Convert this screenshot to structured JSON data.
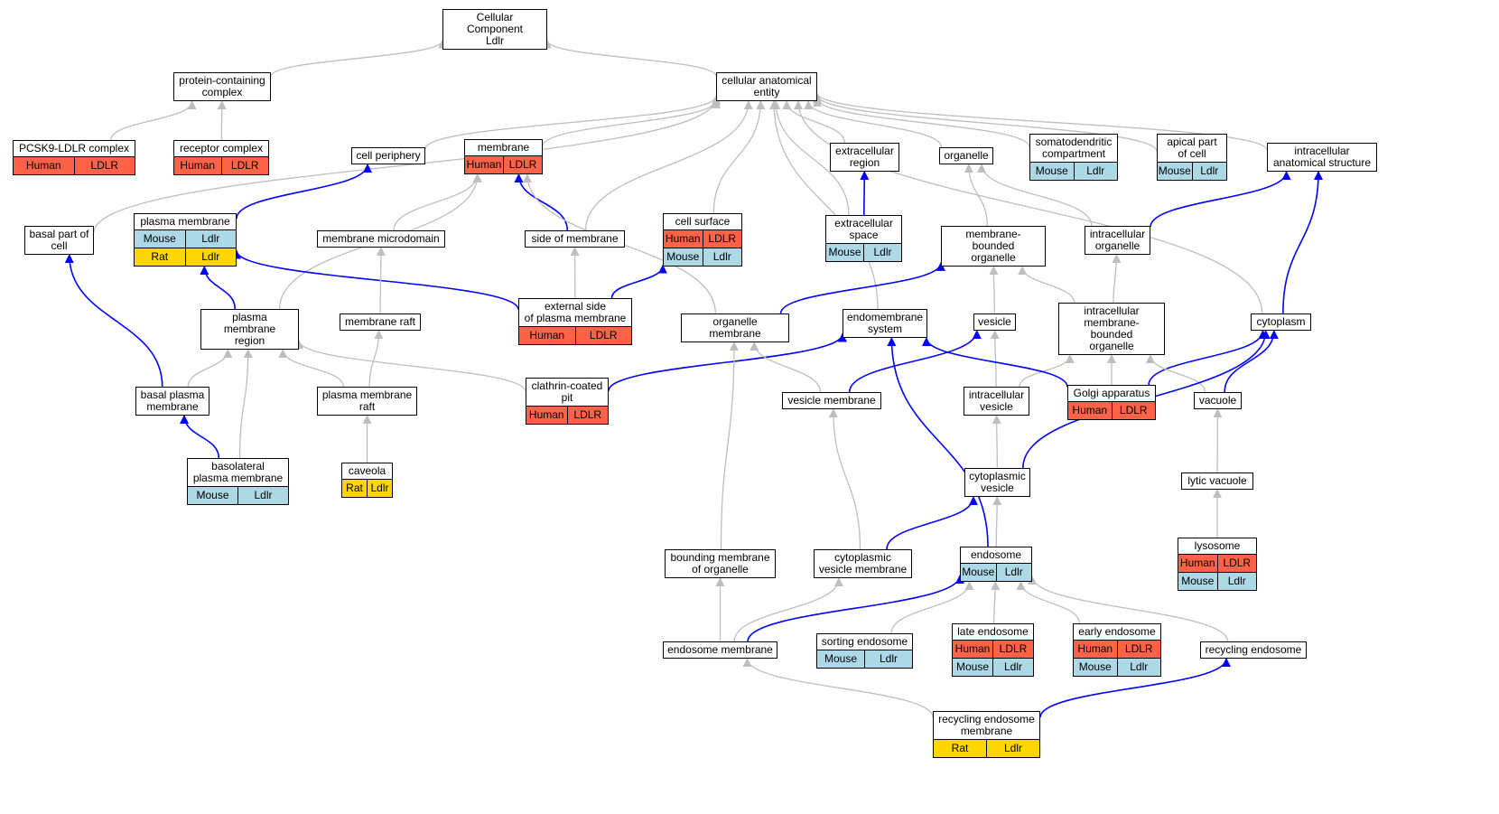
{
  "colors": {
    "is_a": "#bebebe",
    "part_of": "#0000ff",
    "human": "#ff6347",
    "mouse": "#add8e6",
    "rat": "#ffd700"
  },
  "nodes": {
    "root": {
      "label": "Cellular Component\nLdlr",
      "rows": []
    },
    "protein_complex": {
      "label": "protein-containing\ncomplex",
      "rows": []
    },
    "cae": {
      "label": "cellular anatomical\nentity",
      "rows": []
    },
    "pcsk9": {
      "label": "PCSK9-LDLR complex",
      "rows": [
        [
          "Human",
          "LDLR"
        ]
      ]
    },
    "receptor_complex": {
      "label": "receptor complex",
      "rows": [
        [
          "Human",
          "LDLR"
        ]
      ]
    },
    "cell_periphery": {
      "label": "cell periphery",
      "rows": []
    },
    "membrane": {
      "label": "membrane",
      "rows": [
        [
          "Human",
          "LDLR"
        ]
      ]
    },
    "extracellular_region": {
      "label": "extracellular\nregion",
      "rows": []
    },
    "organelle": {
      "label": "organelle",
      "rows": []
    },
    "somatodendritic": {
      "label": "somatodendritic\ncompartment",
      "rows": [
        [
          "Mouse",
          "Ldlr"
        ]
      ]
    },
    "apical": {
      "label": "apical part\nof cell",
      "rows": [
        [
          "Mouse",
          "Ldlr"
        ]
      ]
    },
    "intracellular_anat": {
      "label": "intracellular\nanatomical structure",
      "rows": []
    },
    "basal_part": {
      "label": "basal part of\ncell",
      "rows": []
    },
    "plasma_membrane": {
      "label": "plasma membrane",
      "rows": [
        [
          "Mouse",
          "Ldlr"
        ],
        [
          "Rat",
          "Ldlr"
        ]
      ]
    },
    "membrane_microdomain": {
      "label": "membrane microdomain",
      "rows": []
    },
    "side_of_membrane": {
      "label": "side of membrane",
      "rows": []
    },
    "cell_surface": {
      "label": "cell surface",
      "rows": [
        [
          "Human",
          "LDLR"
        ],
        [
          "Mouse",
          "Ldlr"
        ]
      ]
    },
    "extracellular_space": {
      "label": "extracellular\nspace",
      "rows": [
        [
          "Mouse",
          "Ldlr"
        ]
      ]
    },
    "mbo": {
      "label": "membrane-bounded\norganelle",
      "rows": []
    },
    "intracellular_organelle": {
      "label": "intracellular\norganelle",
      "rows": []
    },
    "pm_region": {
      "label": "plasma membrane\nregion",
      "rows": []
    },
    "membrane_raft": {
      "label": "membrane raft",
      "rows": []
    },
    "external_side": {
      "label": "external side\nof plasma membrane",
      "rows": [
        [
          "Human",
          "LDLR"
        ]
      ]
    },
    "organelle_membrane": {
      "label": "organelle membrane",
      "rows": []
    },
    "endomembrane": {
      "label": "endomembrane\nsystem",
      "rows": []
    },
    "vesicle": {
      "label": "vesicle",
      "rows": []
    },
    "imbo": {
      "label": "intracellular\nmembrane-bounded\norganelle",
      "rows": []
    },
    "cytoplasm": {
      "label": "cytoplasm",
      "rows": []
    },
    "basal_pm": {
      "label": "basal plasma\nmembrane",
      "rows": []
    },
    "pm_raft": {
      "label": "plasma membrane\nraft",
      "rows": []
    },
    "clathrin_pit": {
      "label": "clathrin-coated\npit",
      "rows": [
        [
          "Human",
          "LDLR"
        ]
      ]
    },
    "vesicle_membrane": {
      "label": "vesicle membrane",
      "rows": []
    },
    "intracellular_vesicle": {
      "label": "intracellular\nvesicle",
      "rows": []
    },
    "golgi": {
      "label": "Golgi apparatus",
      "rows": [
        [
          "Human",
          "LDLR"
        ]
      ]
    },
    "vacuole": {
      "label": "vacuole",
      "rows": []
    },
    "basolateral_pm": {
      "label": "basolateral\nplasma membrane",
      "rows": [
        [
          "Mouse",
          "Ldlr"
        ]
      ]
    },
    "caveola": {
      "label": "caveola",
      "rows": [
        [
          "Rat",
          "Ldlr"
        ]
      ]
    },
    "cytoplasmic_vesicle": {
      "label": "cytoplasmic\nvesicle",
      "rows": []
    },
    "lytic_vacuole": {
      "label": "lytic vacuole",
      "rows": []
    },
    "bounding_membrane": {
      "label": "bounding membrane\nof organelle",
      "rows": []
    },
    "cv_membrane": {
      "label": "cytoplasmic\nvesicle membrane",
      "rows": []
    },
    "endosome": {
      "label": "endosome",
      "rows": [
        [
          "Mouse",
          "Ldlr"
        ]
      ]
    },
    "lysosome": {
      "label": "lysosome",
      "rows": [
        [
          "Human",
          "LDLR"
        ],
        [
          "Mouse",
          "Ldlr"
        ]
      ]
    },
    "sorting_endosome": {
      "label": "sorting endosome",
      "rows": [
        [
          "Mouse",
          "Ldlr"
        ]
      ]
    },
    "late_endosome": {
      "label": "late endosome",
      "rows": [
        [
          "Human",
          "LDLR"
        ],
        [
          "Mouse",
          "Ldlr"
        ]
      ]
    },
    "early_endosome": {
      "label": "early endosome",
      "rows": [
        [
          "Human",
          "LDLR"
        ],
        [
          "Mouse",
          "Ldlr"
        ]
      ]
    },
    "recycling_endosome": {
      "label": "recycling endosome",
      "rows": []
    },
    "endosome_membrane": {
      "label": "endosome membrane",
      "rows": []
    },
    "re_membrane": {
      "label": "recycling endosome\nmembrane",
      "rows": [
        [
          "Rat",
          "Ldlr"
        ]
      ]
    }
  },
  "edges": [
    [
      "protein_complex",
      "root",
      "is_a"
    ],
    [
      "cae",
      "root",
      "is_a"
    ],
    [
      "pcsk9",
      "protein_complex",
      "is_a"
    ],
    [
      "receptor_complex",
      "protein_complex",
      "is_a"
    ],
    [
      "cell_periphery",
      "cae",
      "is_a"
    ],
    [
      "membrane",
      "cae",
      "is_a"
    ],
    [
      "extracellular_region",
      "cae",
      "is_a"
    ],
    [
      "organelle",
      "cae",
      "is_a"
    ],
    [
      "somatodendritic",
      "cae",
      "is_a"
    ],
    [
      "apical",
      "cae",
      "is_a"
    ],
    [
      "intracellular_anat",
      "cae",
      "is_a"
    ],
    [
      "basal_part",
      "cae",
      "is_a"
    ],
    [
      "cell_surface",
      "cae",
      "is_a"
    ],
    [
      "extracellular_space",
      "cae",
      "is_a"
    ],
    [
      "side_of_membrane",
      "cae",
      "is_a"
    ],
    [
      "endomembrane",
      "cae",
      "is_a"
    ],
    [
      "cytoplasm",
      "cae",
      "is_a"
    ],
    [
      "plasma_membrane",
      "cell_periphery",
      "part_of"
    ],
    [
      "side_of_membrane",
      "membrane",
      "part_of"
    ],
    [
      "extracellular_space",
      "extracellular_region",
      "part_of"
    ],
    [
      "membrane_microdomain",
      "membrane",
      "is_a"
    ],
    [
      "pm_region",
      "membrane",
      "is_a"
    ],
    [
      "organelle_membrane",
      "membrane",
      "is_a"
    ],
    [
      "external_side",
      "side_of_membrane",
      "is_a"
    ],
    [
      "external_side",
      "plasma_membrane",
      "part_of"
    ],
    [
      "external_side",
      "cell_surface",
      "part_of"
    ],
    [
      "mbo",
      "organelle",
      "is_a"
    ],
    [
      "intracellular_organelle",
      "organelle",
      "is_a"
    ],
    [
      "intracellular_organelle",
      "intracellular_anat",
      "part_of"
    ],
    [
      "cytoplasm",
      "intracellular_anat",
      "part_of"
    ],
    [
      "pm_region",
      "plasma_membrane",
      "part_of"
    ],
    [
      "membrane_raft",
      "membrane_microdomain",
      "is_a"
    ],
    [
      "organelle_membrane",
      "mbo",
      "part_of"
    ],
    [
      "vesicle",
      "mbo",
      "is_a"
    ],
    [
      "imbo",
      "mbo",
      "is_a"
    ],
    [
      "imbo",
      "intracellular_organelle",
      "is_a"
    ],
    [
      "basal_pm",
      "pm_region",
      "is_a"
    ],
    [
      "basal_pm",
      "basal_part",
      "part_of"
    ],
    [
      "basolateral_pm",
      "pm_region",
      "is_a"
    ],
    [
      "basolateral_pm",
      "basal_pm",
      "part_of"
    ],
    [
      "pm_raft",
      "pm_region",
      "is_a"
    ],
    [
      "pm_raft",
      "membrane_raft",
      "is_a"
    ],
    [
      "clathrin_pit",
      "pm_region",
      "is_a"
    ],
    [
      "clathrin_pit",
      "endomembrane",
      "part_of"
    ],
    [
      "caveola",
      "pm_raft",
      "is_a"
    ],
    [
      "vesicle_membrane",
      "organelle_membrane",
      "is_a"
    ],
    [
      "vesicle_membrane",
      "vesicle",
      "part_of"
    ],
    [
      "intracellular_vesicle",
      "vesicle",
      "is_a"
    ],
    [
      "intracellular_vesicle",
      "imbo",
      "is_a"
    ],
    [
      "golgi",
      "imbo",
      "is_a"
    ],
    [
      "golgi",
      "endomembrane",
      "part_of"
    ],
    [
      "golgi",
      "cytoplasm",
      "part_of"
    ],
    [
      "vacuole",
      "imbo",
      "is_a"
    ],
    [
      "vacuole",
      "cytoplasm",
      "part_of"
    ],
    [
      "cytoplasmic_vesicle",
      "intracellular_vesicle",
      "is_a"
    ],
    [
      "cytoplasmic_vesicle",
      "cytoplasm",
      "part_of"
    ],
    [
      "lytic_vacuole",
      "vacuole",
      "is_a"
    ],
    [
      "lysosome",
      "lytic_vacuole",
      "is_a"
    ],
    [
      "bounding_membrane",
      "organelle_membrane",
      "is_a"
    ],
    [
      "cv_membrane",
      "vesicle_membrane",
      "is_a"
    ],
    [
      "cv_membrane",
      "cytoplasmic_vesicle",
      "part_of"
    ],
    [
      "endosome",
      "cytoplasmic_vesicle",
      "is_a"
    ],
    [
      "endosome",
      "endomembrane",
      "part_of"
    ],
    [
      "sorting_endosome",
      "endosome",
      "is_a"
    ],
    [
      "late_endosome",
      "endosome",
      "is_a"
    ],
    [
      "early_endosome",
      "endosome",
      "is_a"
    ],
    [
      "recycling_endosome",
      "endosome",
      "is_a"
    ],
    [
      "endosome_membrane",
      "bounding_membrane",
      "is_a"
    ],
    [
      "endosome_membrane",
      "cv_membrane",
      "is_a"
    ],
    [
      "endosome_membrane",
      "endosome",
      "part_of"
    ],
    [
      "re_membrane",
      "endosome_membrane",
      "is_a"
    ],
    [
      "re_membrane",
      "recycling_endosome",
      "part_of"
    ]
  ]
}
